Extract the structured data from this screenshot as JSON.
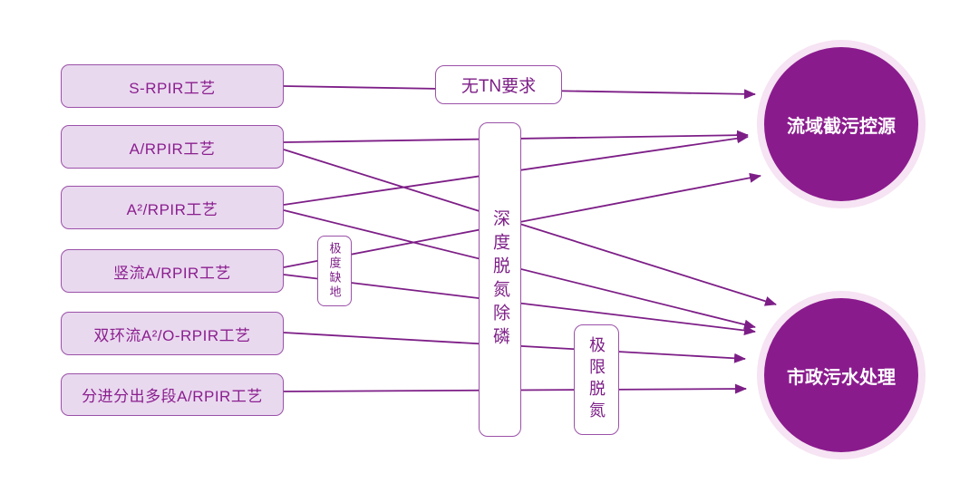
{
  "diagram_title": "",
  "process_boxes": [
    {
      "label": "S-RPIR工艺"
    },
    {
      "label": "A/RPIR工艺"
    },
    {
      "label": "A²/RPIR工艺"
    },
    {
      "label": "竖流A/RPIR工艺"
    },
    {
      "label": "双环流A²/O-RPIR工艺"
    },
    {
      "label": "分进分出多段A/RPIR工艺"
    }
  ],
  "condition_labels": {
    "no_tn_requirement": "无TN要求",
    "deep_nitrogen_phosphorus_removal": "深度脱氮除磷",
    "extreme_land_shortage": "极度缺地",
    "extreme_denitrification": "极限脱氮"
  },
  "targets": {
    "top": "流域截污控源",
    "bottom": "市政污水处理"
  },
  "colors": {
    "node_fill": "#e9d9ef",
    "node_border": "#9b51a8",
    "node_text": "#8b1f8f",
    "label_text": "#7d1e87",
    "connector": "#7d1e87",
    "circle_fill": "#8a1b8d",
    "circle_ring": "#f6e3f3",
    "circle_text": "#ffffff"
  }
}
